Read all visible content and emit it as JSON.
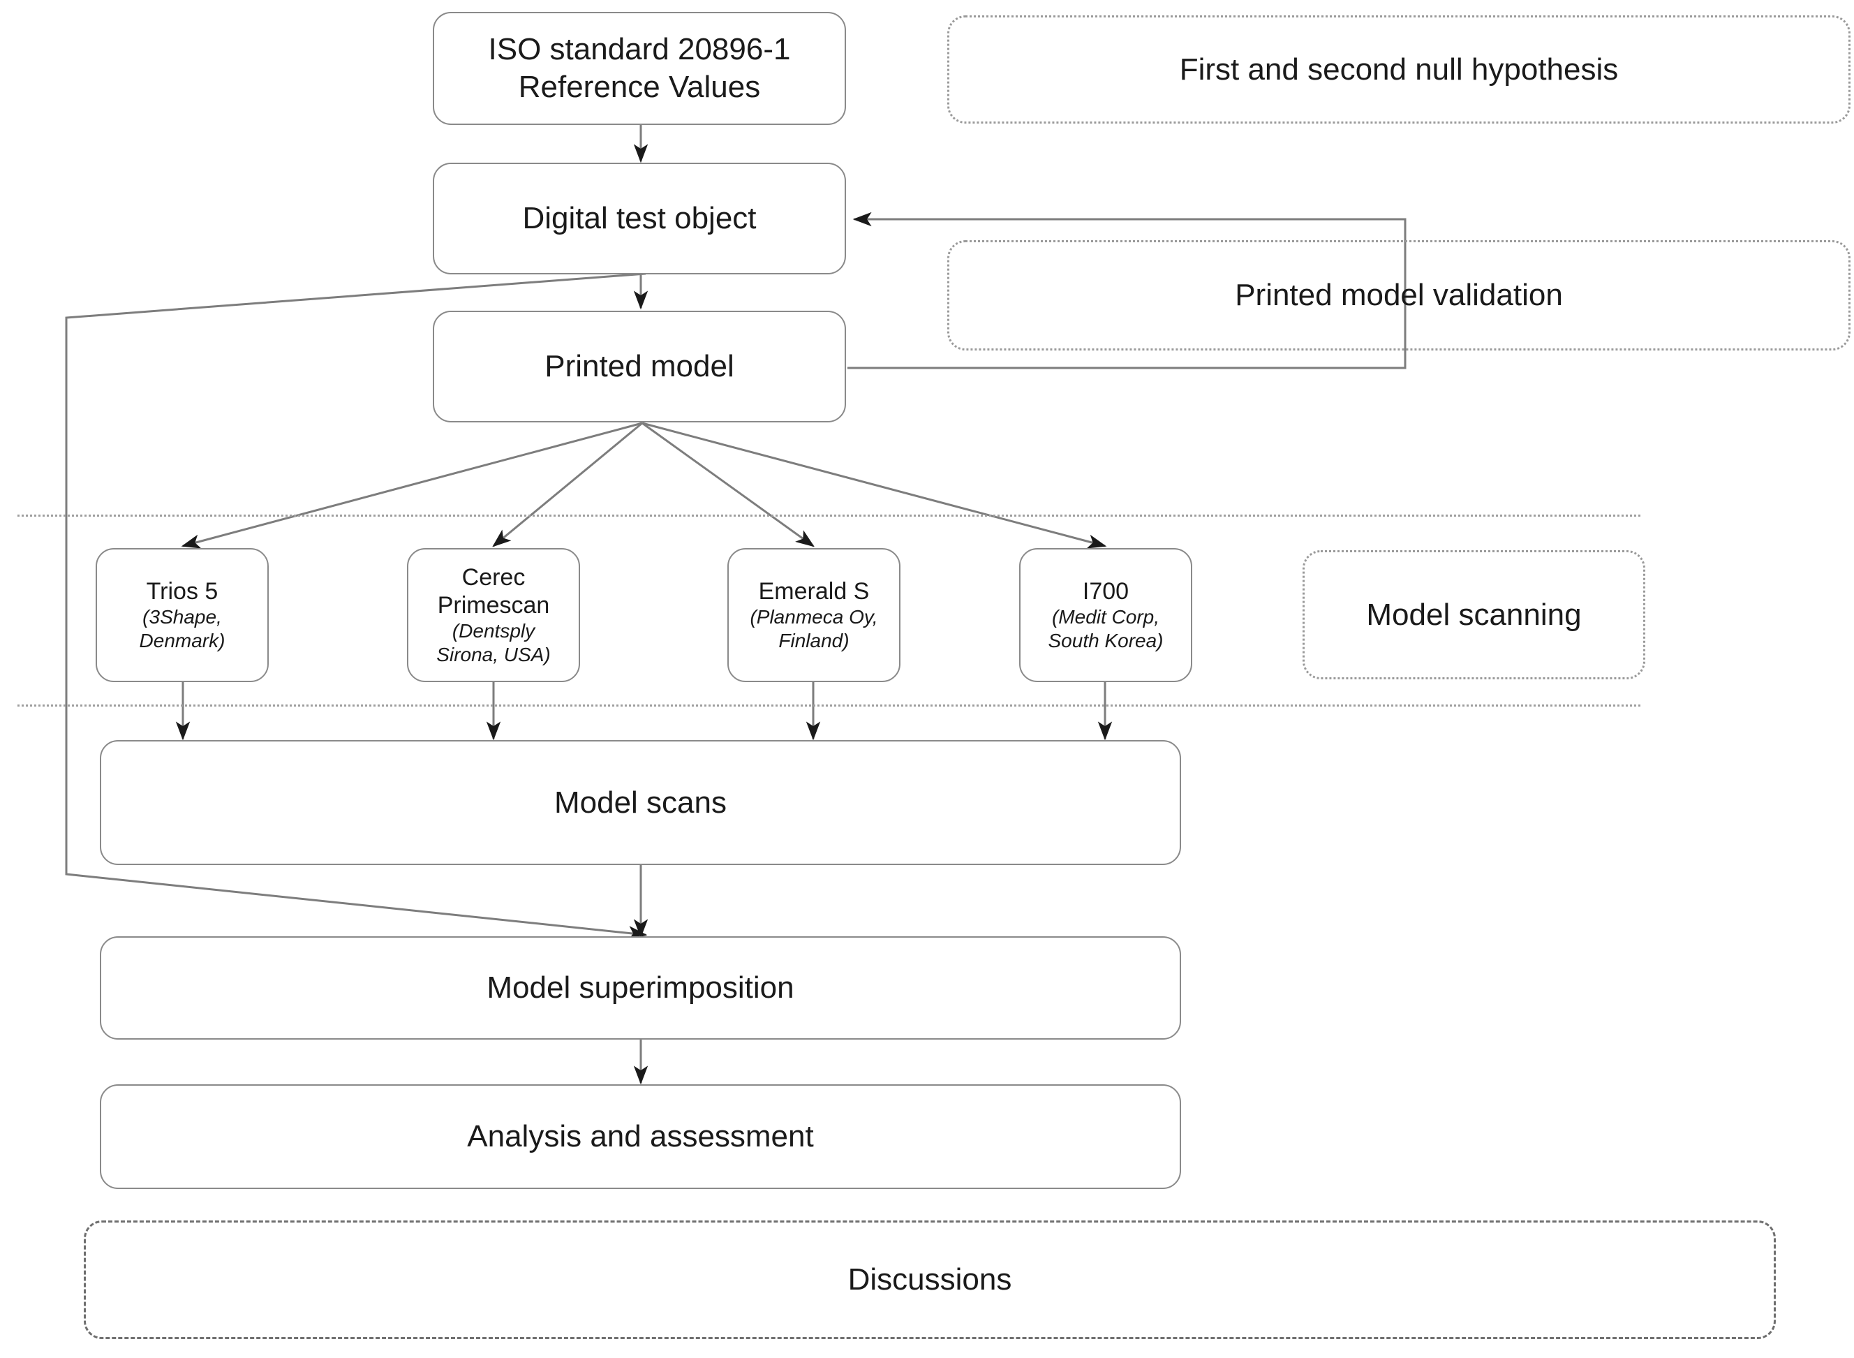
{
  "diagram": {
    "title": "Study workflow flowchart",
    "stroke_color": "#8a8a8a",
    "text_color": "#1a1a1a"
  },
  "main_flow": {
    "iso_standard": {
      "line1": "ISO standard 20896-1",
      "line2": "Reference Values"
    },
    "digital_test_object": "Digital test object",
    "printed_model": "Printed model",
    "model_scans": "Model scans",
    "model_superimposition": "Model superimposition",
    "analysis_and_assessment": "Analysis and assessment"
  },
  "scanners": [
    {
      "name": "Trios 5",
      "manufacturer_line1": "(3Shape,",
      "manufacturer_line2": "Denmark)"
    },
    {
      "name_line1": "Cerec",
      "name_line2": "Primescan",
      "manufacturer_line1": "(Dentsply",
      "manufacturer_line2": "Sirona, USA)"
    },
    {
      "name": "Emerald S",
      "manufacturer_line1": "(Planmeca Oy,",
      "manufacturer_line2": "Finland)"
    },
    {
      "name": "I700",
      "manufacturer_line1": "(Medit Corp,",
      "manufacturer_line2": "South Korea)"
    }
  ],
  "annotations": {
    "first_and_second_null_hypothesis": "First and second null hypothesis",
    "printed_model_validation": "Printed model validation",
    "model_scanning": "Model scanning",
    "discussions": "Discussions"
  }
}
